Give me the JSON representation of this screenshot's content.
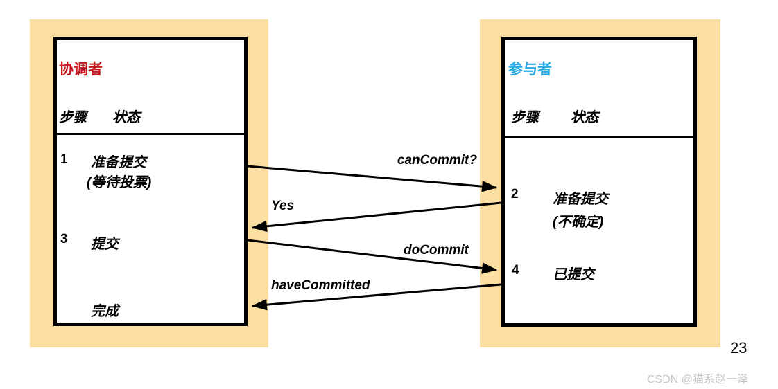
{
  "diagram": {
    "coordinator": {
      "title": "协调者",
      "title_color": "#c0181c",
      "col_step": "步骤",
      "col_state": "状态",
      "rows": [
        {
          "step": "1",
          "state": "准备提交",
          "note": "(等待投票)"
        },
        {
          "step": "3",
          "state": "提交",
          "note": ""
        },
        {
          "step": "",
          "state": "完成",
          "note": ""
        }
      ]
    },
    "participant": {
      "title": "参与者",
      "title_color": "#29abe2",
      "col_step": "步骤",
      "col_state": "状态",
      "rows": [
        {
          "step": "2",
          "state": "准备提交",
          "note": "(不确定)"
        },
        {
          "step": "4",
          "state": "已提交",
          "note": ""
        }
      ]
    },
    "messages": [
      {
        "label": "canCommit?",
        "from": "coordinator",
        "to": "participant"
      },
      {
        "label": "Yes",
        "from": "participant",
        "to": "coordinator"
      },
      {
        "label": "doCommit",
        "from": "coordinator",
        "to": "participant"
      },
      {
        "label": "haveCommitted",
        "from": "participant",
        "to": "coordinator"
      }
    ],
    "colors": {
      "panel_bg": "#fbdea2",
      "arrow": "#000000",
      "coordinator_title": "#c0181c",
      "participant_title": "#29abe2"
    }
  },
  "page": {
    "number": "23",
    "watermark": "CSDN @猫系赵一泽"
  }
}
